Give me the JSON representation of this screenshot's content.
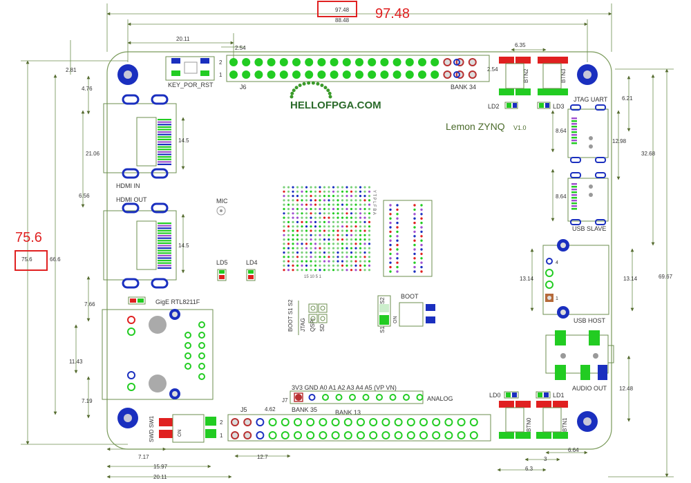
{
  "dimensions": {
    "d_97_48": "97.48",
    "d_88_48": "88.48",
    "d_20_11_top": "20.11",
    "d_2_54_j6": "2.54",
    "d_6_35": "6.35",
    "d_2_54_btn": "2.54",
    "d_2_81": "2.81",
    "d_4_76": "4.76",
    "d_21_06": "21.06",
    "d_14_5_a": "14.5",
    "d_6_56": "6.56",
    "d_14_5_b": "14.5",
    "d_66_6": "66.6",
    "d_75_6": "75.6",
    "d_7_66": "7.66",
    "d_11_43": "11.43",
    "d_7_19": "7.19",
    "d_7_17": "7.17",
    "d_15_97": "15.97",
    "d_20_11_bot": "20.11",
    "d_12_7": "12.7",
    "d_4_62": "4.62",
    "d_6_21": "6.21",
    "d_8_64_a": "8.64",
    "d_12_98": "12.98",
    "d_32_68": "32.68",
    "d_8_64_b": "8.64",
    "d_69_67": "69.67",
    "d_13_14_a": "13.14",
    "d_13_14_b": "13.14",
    "d_12_48": "12.48",
    "d_6_64": "6.64",
    "d_3": "3",
    "d_6_3": "6.3"
  },
  "callouts": {
    "width": "97.48",
    "height": "75.6"
  },
  "labels": {
    "key_por_rst": "KEY_POR_RST",
    "j6": "J6",
    "bank34": "BANK 34",
    "pin1": "1",
    "pin2": "2",
    "logo": "HELLOFPGA.COM",
    "model": "Lemon ZYNQ",
    "version": "V1.0",
    "ld2": "LD2",
    "ld3": "LD3",
    "btn2": "BTN2",
    "btn3": "BTN3",
    "jtag_uart": "JTAG UART",
    "usb_slave": "USB SLAVE",
    "usb_host": "USB HOST",
    "audio_out": "AUDIO OUT",
    "hdmi_in": "HDMI IN",
    "hdmi_out": "HDMI OUT",
    "mic": "MIC",
    "ld5": "LD5",
    "ld4": "LD4",
    "gige": "GigE  RTL8211F",
    "boot": "BOOT",
    "s1": "S1",
    "s2": "S2",
    "on": "ON",
    "boot_s1_s2": "BOOT S1 S2",
    "jtag": "JTAG",
    "qspi": "QSPI",
    "sd": "SD",
    "analog_pins": "3V3  GND  A0   A1   A2   A3   A4   A5  (VP  VN)",
    "analog": "ANALOG",
    "j7": "J7",
    "j5": "J5",
    "bank35": "BANK 35",
    "bank13": "BANK 13",
    "swd_sw1": "SWD SW1",
    "sw_on": "ON",
    "ld0": "LD0",
    "ld1": "LD1",
    "btn0": "BTN0",
    "btn1": "BTN1",
    "usb_pin4": "4",
    "usb_pin1": "1",
    "bga_rows": "Y  T  P  L  F  B  A",
    "bga_cols": "15      10       5      1"
  }
}
